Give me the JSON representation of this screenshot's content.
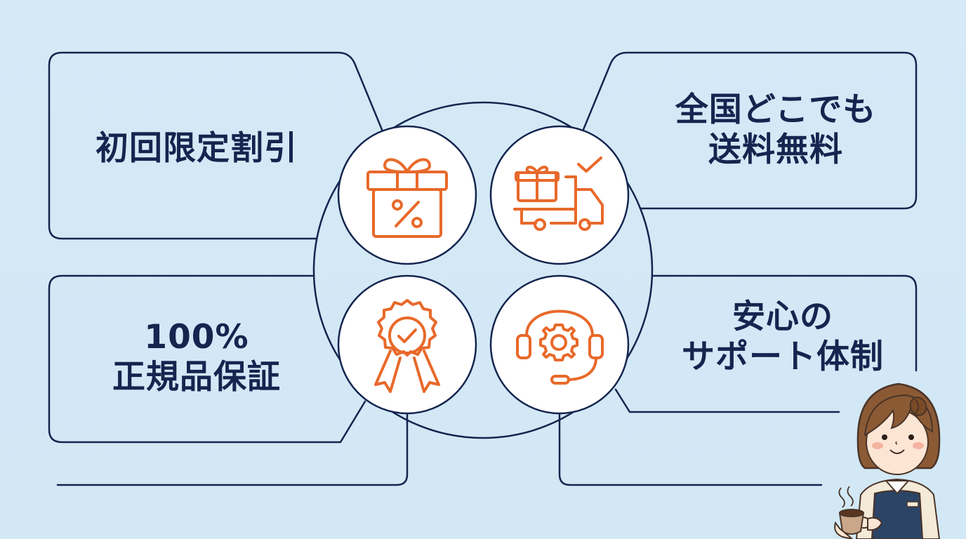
{
  "features": [
    {
      "id": "first-time-discount",
      "lines": [
        "初回限定割引"
      ],
      "icon": "gift-percent-icon"
    },
    {
      "id": "free-shipping",
      "lines": [
        "全国どこでも",
        "送料無料"
      ],
      "icon": "delivery-truck-icon"
    },
    {
      "id": "authenticity",
      "lines": [
        "100%",
        "正規品保証"
      ],
      "icon": "award-badge-check-icon"
    },
    {
      "id": "support",
      "lines": [
        "安心の",
        "サポート体制"
      ],
      "icon": "headset-gear-icon"
    }
  ],
  "colors": {
    "background": "#d3e8f6",
    "outline": "#14254f",
    "icon_accent": "#e8692a",
    "circle_fill": "#ffffff",
    "text": "#14254f"
  },
  "mascot": {
    "description": "barista-with-coffee-cup",
    "icon": "barista-mascot-icon"
  }
}
